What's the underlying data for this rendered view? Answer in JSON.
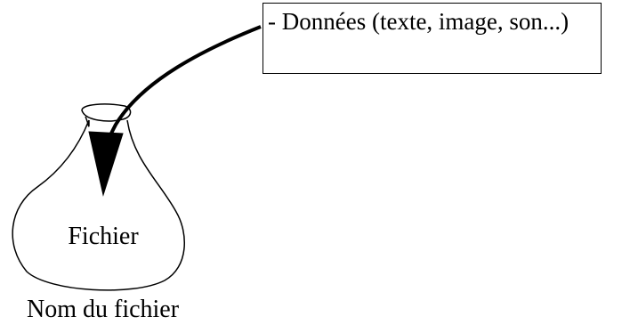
{
  "diagram": {
    "data_box_text": "- Données (texte, image, son...)",
    "bag_label": "Fichier",
    "file_name_label": "Nom du fichier"
  }
}
